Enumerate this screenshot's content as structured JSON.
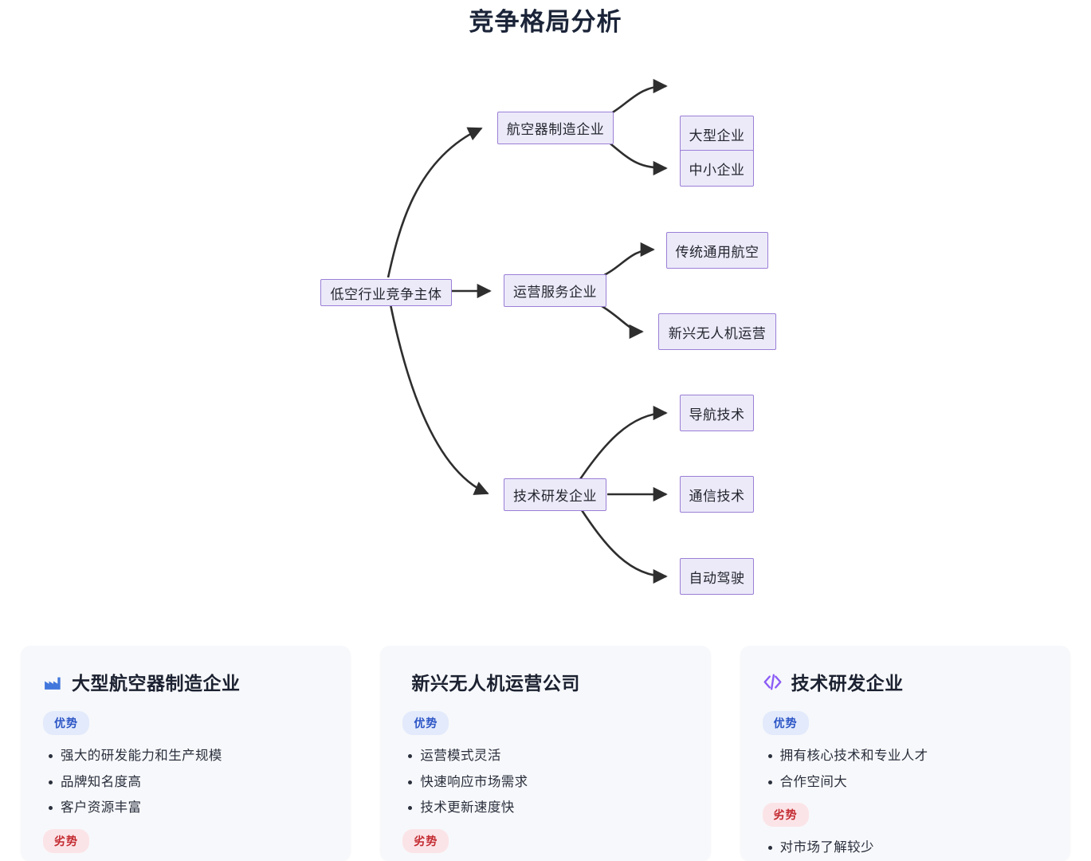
{
  "page": {
    "title": "竞争格局分析",
    "background": "#ffffff"
  },
  "diagram": {
    "type": "flowchart-lr",
    "node_fill": "#ECEAF9",
    "node_border": "#9A7FD6",
    "edge_color": "#2e2e2e",
    "root": {
      "id": "root",
      "label": "低空行业竞争主体"
    },
    "branches": [
      {
        "id": "mfg",
        "label": "航空器制造企业",
        "children": [
          {
            "id": "large",
            "label": "大型企业"
          },
          {
            "id": "sme",
            "label": "中小企业"
          }
        ]
      },
      {
        "id": "ops",
        "label": "运营服务企业",
        "children": [
          {
            "id": "ga",
            "label": "传统通用航空"
          },
          {
            "id": "uav",
            "label": "新兴无人机运营"
          }
        ]
      },
      {
        "id": "rnd",
        "label": "技术研发企业",
        "children": [
          {
            "id": "nav",
            "label": "导航技术"
          },
          {
            "id": "comm",
            "label": "通信技术"
          },
          {
            "id": "auto",
            "label": "自动驾驶"
          }
        ]
      }
    ]
  },
  "cards": [
    {
      "icon": "factory-icon",
      "icon_color": "#4277DC",
      "title": "大型航空器制造企业",
      "pros_label": "优势",
      "pros": [
        "强大的研发能力和生产规模",
        "品牌知名度高",
        "客户资源丰富"
      ],
      "cons_label": "劣势",
      "cons": []
    },
    {
      "icon": "none",
      "icon_color": "",
      "title": "新兴无人机运营公司",
      "pros_label": "优势",
      "pros": [
        "运营模式灵活",
        "快速响应市场需求",
        "技术更新速度快"
      ],
      "cons_label": "劣势",
      "cons": []
    },
    {
      "icon": "code-icon",
      "icon_color": "#8B5CF6",
      "title": "技术研发企业",
      "pros_label": "优势",
      "pros": [
        "拥有核心技术和专业人才",
        "合作空间大"
      ],
      "cons_label": "劣势",
      "cons": [
        "对市场了解较少"
      ]
    }
  ]
}
